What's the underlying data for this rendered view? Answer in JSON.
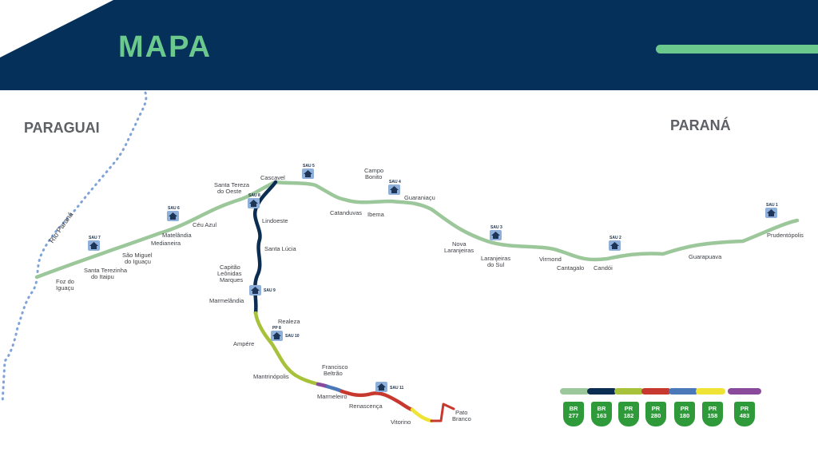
{
  "header": {
    "title": "MAPA"
  },
  "regions": {
    "left": "PARAGUAI",
    "right": "PARANÁ"
  },
  "river": {
    "label": "Rio Paraná"
  },
  "cities": [
    {
      "name": "foz",
      "lines": [
        "Foz do",
        "Iguaçu"
      ]
    },
    {
      "name": "santa-terezinha",
      "lines": [
        "Santa Terezinha",
        "do Itaipu"
      ]
    },
    {
      "name": "sao-miguel",
      "lines": [
        "São Miguel",
        "do Iguaçu"
      ]
    },
    {
      "name": "medianeira",
      "lines": [
        "Medianeira"
      ]
    },
    {
      "name": "matelandia",
      "lines": [
        "Matelândia"
      ]
    },
    {
      "name": "ceu-azul",
      "lines": [
        "Céu Azul"
      ]
    },
    {
      "name": "santa-tereza",
      "lines": [
        "Santa Tereza",
        "do Oeste"
      ]
    },
    {
      "name": "cascavel",
      "lines": [
        "Cascavel"
      ]
    },
    {
      "name": "lindoeste",
      "lines": [
        "Lindoeste"
      ]
    },
    {
      "name": "santa-lucia",
      "lines": [
        "Santa Lúcia"
      ]
    },
    {
      "name": "capitao",
      "lines": [
        "Capitão",
        "Leônidas",
        "Marques"
      ]
    },
    {
      "name": "marmelandia",
      "lines": [
        "Marmelândia"
      ]
    },
    {
      "name": "realeza",
      "lines": [
        "Realeza"
      ]
    },
    {
      "name": "ampere",
      "lines": [
        "Ampére"
      ]
    },
    {
      "name": "mantrinopolis",
      "lines": [
        "Mantrinópolis"
      ]
    },
    {
      "name": "francisco-beltrao",
      "lines": [
        "Francisco",
        "Beltrão"
      ]
    },
    {
      "name": "marmeleiro",
      "lines": [
        "Marmeleiro"
      ]
    },
    {
      "name": "renascenca",
      "lines": [
        "Renascença"
      ]
    },
    {
      "name": "vitorino",
      "lines": [
        "Vitorino"
      ]
    },
    {
      "name": "pato-branco",
      "lines": [
        "Pato",
        "Branco"
      ]
    },
    {
      "name": "campo-bonito",
      "lines": [
        "Campo",
        "Bonito"
      ]
    },
    {
      "name": "guaraniacu",
      "lines": [
        "Guaraniaçu"
      ]
    },
    {
      "name": "catanduvas",
      "lines": [
        "Catanduvas"
      ]
    },
    {
      "name": "ibema",
      "lines": [
        "Ibema"
      ]
    },
    {
      "name": "nova-laranjeiras",
      "lines": [
        "Nova",
        "Laranjeiras"
      ]
    },
    {
      "name": "laranjeiras-do-sul",
      "lines": [
        "Laranjeiras",
        "do Sul"
      ]
    },
    {
      "name": "virmond",
      "lines": [
        "Virmond"
      ]
    },
    {
      "name": "cantagalo",
      "lines": [
        "Cantagalo"
      ]
    },
    {
      "name": "candoi",
      "lines": [
        "Candói"
      ]
    },
    {
      "name": "guarapuava",
      "lines": [
        "Guarapuava"
      ]
    },
    {
      "name": "prudentopolis",
      "lines": [
        "Prudentópolis"
      ]
    }
  ],
  "bases": [
    {
      "name": "sau-1",
      "label": "SAU 1"
    },
    {
      "name": "sau-2",
      "label": "SAU 2"
    },
    {
      "name": "sau-3",
      "label": "SAU 3"
    },
    {
      "name": "sau-4",
      "label": "SAU 4"
    },
    {
      "name": "sau-5",
      "label": "SAU 5"
    },
    {
      "name": "sau-6",
      "label": "SAU 6"
    },
    {
      "name": "sau-7",
      "label": "SAU 7"
    },
    {
      "name": "sau-8",
      "label": "SAU 8"
    },
    {
      "name": "sau-9",
      "label": "SAU 9"
    },
    {
      "name": "pp-8",
      "label": "PP 8"
    },
    {
      "name": "sau-10",
      "label": "SAU 10"
    },
    {
      "name": "sau-11",
      "label": "SAU 11"
    }
  ],
  "legend": [
    {
      "type": "BR",
      "number": "277",
      "color": "#9cc79a"
    },
    {
      "type": "BR",
      "number": "163",
      "color": "#0c2d52"
    },
    {
      "type": "PR",
      "number": "182",
      "color": "#a7c23a"
    },
    {
      "type": "PR",
      "number": "280",
      "color": "#c7382e"
    },
    {
      "type": "PR",
      "number": "180",
      "color": "#4a78b9"
    },
    {
      "type": "PR",
      "number": "158",
      "color": "#efe435"
    },
    {
      "type": "PR",
      "number": "483",
      "color": "#8a4a9c"
    }
  ],
  "colors": {
    "header": "#05305a",
    "title": "#6cc98d",
    "river": "#7fa3d6",
    "base_icon": "#8fb0db",
    "badge": "#2f9a3a"
  }
}
